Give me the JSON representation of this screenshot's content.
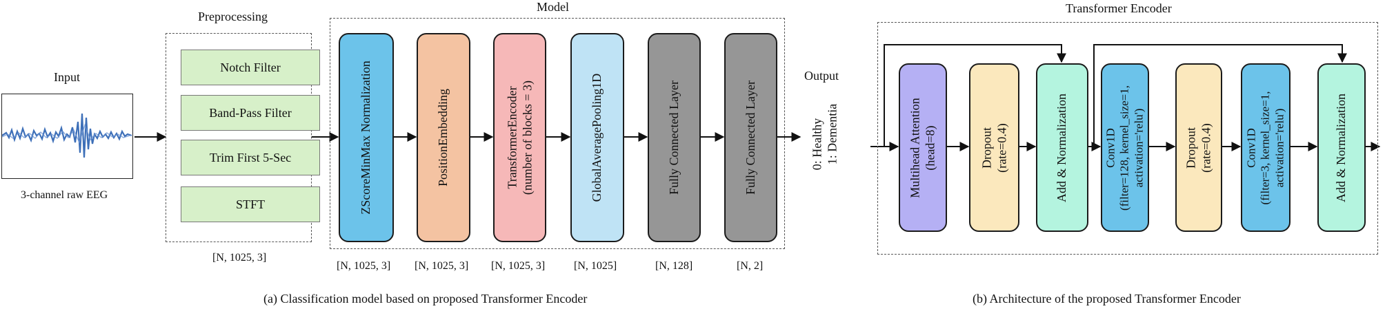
{
  "input": {
    "title": "Input",
    "caption": "3-channel raw EEG"
  },
  "preprocessing": {
    "title": "Preprocessing",
    "steps": [
      "Notch Filter",
      "Band-Pass Filter",
      "Trim First 5-Sec",
      "STFT"
    ],
    "shape": "[N, 1025, 3]"
  },
  "model": {
    "title": "Model",
    "blocks": [
      {
        "line1": "ZScoreMinMax Normalization",
        "line2": "",
        "shape": "[N, 1025, 3]",
        "color": "#6cc3ea"
      },
      {
        "line1": "PositionEmbedding",
        "line2": "",
        "shape": "[N, 1025, 3]",
        "color": "#f4c3a2"
      },
      {
        "line1": "TransformerEncoder",
        "line2": "(number of blocks = 3)",
        "shape": "[N, 1025, 3]",
        "color": "#f6b8b8"
      },
      {
        "line1": "GlobalAveragePooling1D",
        "line2": "",
        "shape": "[N, 1025]",
        "color": "#bfe3f5"
      },
      {
        "line1": "Fully Connected Layer",
        "line2": "",
        "shape": "[N, 128]",
        "color": "#969696"
      },
      {
        "line1": "Fully Connected Layer",
        "line2": "",
        "shape": "[N, 2]",
        "color": "#969696"
      }
    ]
  },
  "output": {
    "title": "Output",
    "line1": "0: Healthy",
    "line2": "1: Dementia"
  },
  "encoder": {
    "title": "Transformer Encoder",
    "blocks": [
      {
        "lines": [
          "Multihead Attention",
          "(head=8)"
        ],
        "color": "#b5b0f4"
      },
      {
        "lines": [
          "Dropout",
          "(rate=0.4)"
        ],
        "color": "#fbe8bd"
      },
      {
        "lines": [
          "Add & Normalization"
        ],
        "color": "#b4f4df"
      },
      {
        "lines": [
          "Conv1D",
          "(filter=128, kernel_size=1,",
          "activation='relu')"
        ],
        "color": "#6cc3ea"
      },
      {
        "lines": [
          "Dropout",
          "(rate=0.4)"
        ],
        "color": "#fbe8bd"
      },
      {
        "lines": [
          "Conv1D",
          "(filter=3, kernel_size=1,",
          "activation='relu')"
        ],
        "color": "#6cc3ea"
      },
      {
        "lines": [
          "Add & Normalization"
        ],
        "color": "#b4f4df"
      }
    ]
  },
  "captions": {
    "a": "(a) Classification model based on proposed Transformer Encoder",
    "b": "(b) Architecture of the proposed Transformer Encoder"
  }
}
